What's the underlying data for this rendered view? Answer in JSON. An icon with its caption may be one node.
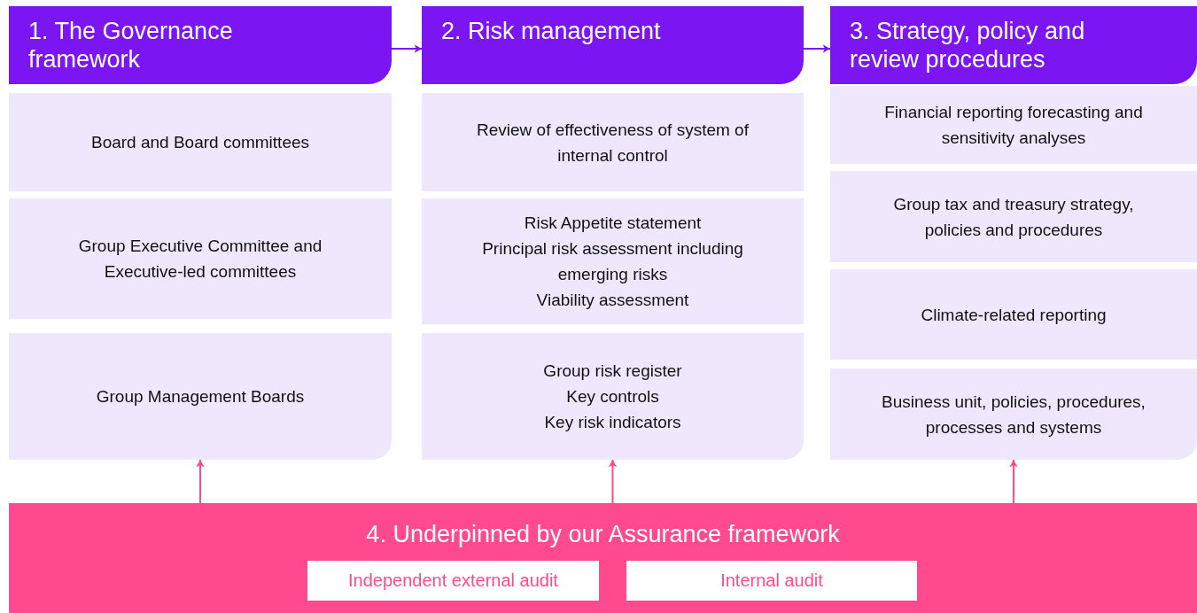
{
  "diagram": {
    "nodes": [
      {
        "text": [
          "1. The Governance framework"
        ]
      },
      {
        "text": [
          "Board and Board committees"
        ]
      },
      {
        "text": [
          "Group Executive Committee and Executive-led committees"
        ]
      },
      {
        "text": [
          "Group Management Boards"
        ]
      },
      {
        "text": [
          "2. Risk management"
        ]
      },
      {
        "text": [
          "Review of effectiveness of system of internal control"
        ]
      },
      {
        "text": [
          "Risk Appetite statement",
          "Principal risk assessment including emerging risks",
          "Viability assessment"
        ]
      },
      {
        "text": [
          "Group risk register",
          "Key controls",
          "Key risk indicators"
        ]
      },
      {
        "text": [
          "3. Strategy, policy and review procedures"
        ]
      },
      {
        "text": [
          "Financial reporting forecasting and sensitivity analyses"
        ]
      },
      {
        "text": [
          "Group tax and treasury strategy, policies and procedures"
        ]
      },
      {
        "text": [
          "Climate-related reporting"
        ]
      },
      {
        "text": [
          "Business unit, policies, procedures, processes and systems"
        ]
      },
      {
        "text": [
          "4. Underpinned by our Assurance framework"
        ]
      },
      {
        "text": [
          "Independent external audit"
        ],
        "in": 13
      },
      {
        "text": [
          "Internal audit"
        ],
        "in": 13
      }
    ],
    "edges": [
      {
        "from": 0,
        "to": 4,
        "arrow": "to",
        "color": "#7b16f2"
      },
      {
        "from": 4,
        "to": 8,
        "arrow": "to",
        "color": "#7b16f2"
      },
      {
        "from": 13,
        "to": 3,
        "arrow": "to"
      },
      {
        "from": 13,
        "to": 7,
        "arrow": "to"
      },
      {
        "from": 13,
        "to": 12,
        "arrow": "to"
      }
    ]
  }
}
